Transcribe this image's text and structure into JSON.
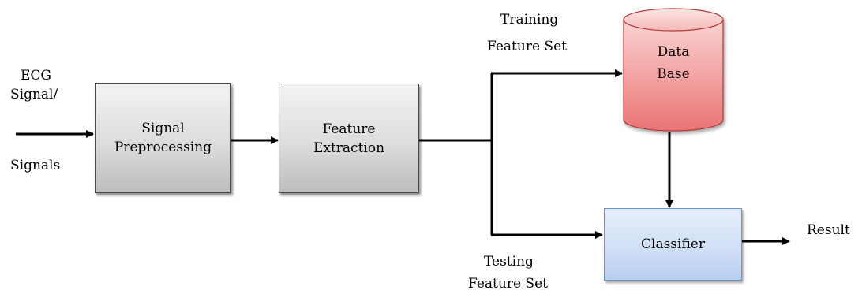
{
  "input": {
    "line1": "ECG",
    "line2": "Signal/",
    "line3": "Signals"
  },
  "nodes": {
    "preprocessing": {
      "line1": "Signal",
      "line2": "Preprocessing"
    },
    "extraction": {
      "line1": "Feature",
      "line2": "Extraction"
    },
    "database": {
      "line1": "Data",
      "line2": "Base"
    },
    "classifier": {
      "label": "Classifier"
    }
  },
  "branches": {
    "training": {
      "line1": "Training",
      "line2": "Feature Set"
    },
    "testing": {
      "line1": "Testing",
      "line2": "Feature Set"
    }
  },
  "output": {
    "label": "Result"
  },
  "colors": {
    "process_fill": "#d6d6d6",
    "database_fill": "#f08a8a",
    "classifier_fill": "#c9dbf3",
    "line": "#000000"
  }
}
